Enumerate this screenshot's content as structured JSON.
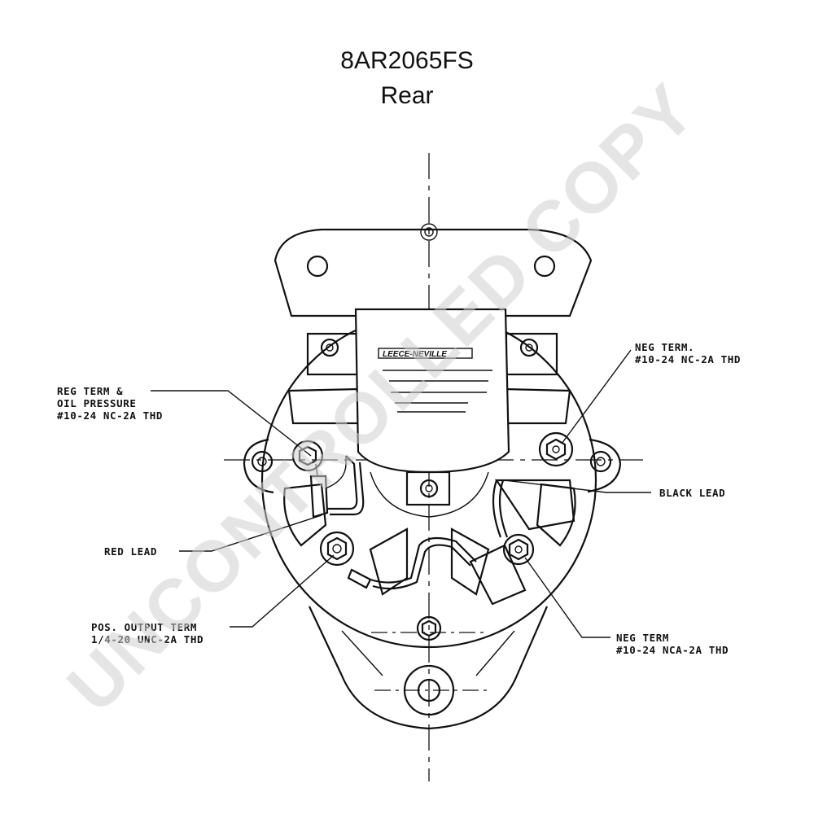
{
  "title": {
    "model": "8AR2065FS",
    "view": "Rear"
  },
  "labels": {
    "reg_term": [
      "REG TERM &",
      "OIL PRESSURE",
      "#10-24 NC-2A THD"
    ],
    "neg_term_top": [
      "NEG TERM.",
      "#10-24 NC-2A THD"
    ],
    "black_lead": "BLACK LEAD",
    "red_lead": "RED LEAD",
    "pos_output_term": [
      "POS. OUTPUT TERM",
      "1/4-20 UNC-2A THD"
    ],
    "neg_term_bottom": [
      "NEG TERM",
      "#10-24 NCA-2A THD"
    ]
  },
  "regulator": {
    "brand": "LEECE-NEVILLE"
  },
  "watermark": "UNCONTROLLED COPY"
}
